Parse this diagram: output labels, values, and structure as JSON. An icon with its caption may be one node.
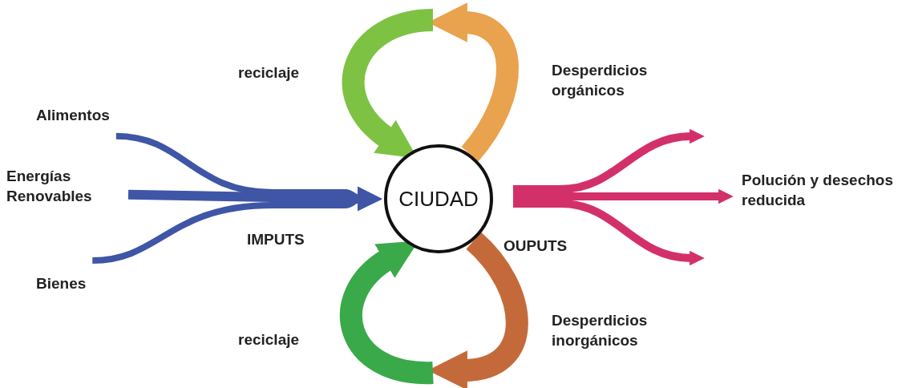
{
  "diagram": {
    "nodes": [
      {
        "text": [
          "CIUDAD"
        ]
      },
      {
        "text": [
          "Alimentos"
        ]
      },
      {
        "text": [
          "Energías Renovables"
        ]
      },
      {
        "text": [
          "Bienes"
        ]
      },
      {
        "text": [
          "Polución y desechos reducida"
        ]
      }
    ],
    "edges": [
      {
        "from": 1,
        "to": 0,
        "arrow": "to",
        "color": "#3f55a6"
      },
      {
        "from": 2,
        "to": 0,
        "arrow": "to",
        "color": "#3f55a6"
      },
      {
        "from": 3,
        "to": 0,
        "arrow": "to",
        "color": "#3f55a6"
      },
      {
        "from": 0,
        "to": null,
        "arrow": "to",
        "color": "#d3306a"
      },
      {
        "from": 0,
        "to": 4,
        "arrow": "to",
        "color": "#d3306a"
      },
      {
        "from": 0,
        "to": null,
        "arrow": "to",
        "color": "#d3306a"
      },
      {
        "from": 0,
        "to": null,
        "arrow": "to",
        "label": "Desperdicios orgánicos",
        "style": "thick",
        "color": "#e9a24e"
      },
      {
        "from": null,
        "to": 0,
        "arrow": "to",
        "label": "reciclaje",
        "style": "thick",
        "color": "#7dc243"
      },
      {
        "from": 0,
        "to": null,
        "arrow": "to",
        "label": "Desperdicios inorgánicos",
        "style": "thick",
        "color": "#c46a3a"
      },
      {
        "from": null,
        "to": 0,
        "arrow": "to",
        "label": "reciclaje",
        "style": "thick",
        "color": "#3aa94a"
      }
    ],
    "labels": [
      "IMPUTS",
      "OUPUTS"
    ]
  }
}
